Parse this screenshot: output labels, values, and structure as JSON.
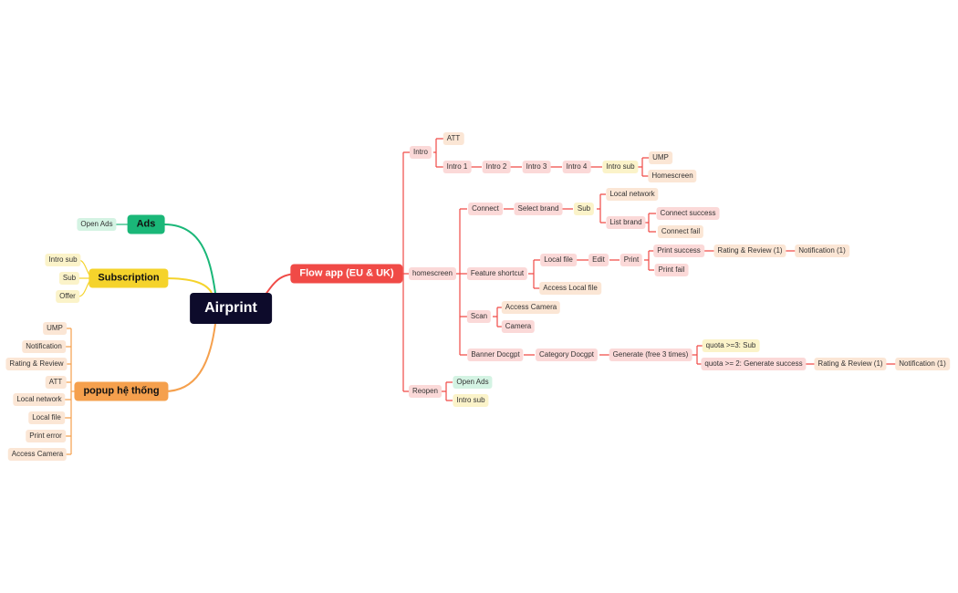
{
  "colors": {
    "root": "#0d0b2b",
    "red": "#f04a46",
    "green": "#1ab778",
    "yellow": "#f5d32b",
    "orange": "#f5a04d",
    "red_light": "#fbd9d8",
    "peach_light": "#fbe6d5",
    "yellow_light": "#fbf3c9",
    "green_light": "#d4f3e3"
  },
  "nodes": {
    "airprint": "Airprint",
    "flow_app": "Flow app (EU & UK)",
    "ads": "Ads",
    "subscription": "Subscription",
    "popup": "popup hệ thống",
    "open_ads_left": "Open Ads",
    "intro_sub_left": "Intro sub",
    "sub_left": "Sub",
    "offer": "Offer",
    "popup_ump": "UMP",
    "popup_notification": "Notification",
    "popup_rating": "Rating & Review",
    "popup_att": "ATT",
    "popup_local_network": "Local network",
    "popup_local_file": "Local file",
    "popup_print_error": "Print error",
    "popup_access_camera": "Access Camera",
    "intro": "Intro",
    "homescreen": "homescreen",
    "reopen": "Reopen",
    "att": "ATT",
    "intro1": "Intro 1",
    "intro2": "Intro 2",
    "intro3": "Intro 3",
    "intro4": "Intro 4",
    "intro_sub": "Intro sub",
    "ump": "UMP",
    "homescreen2": "Homescreen",
    "connect": "Connect",
    "select_brand": "Select brand",
    "sub": "Sub",
    "local_network": "Local network",
    "list_brand": "List brand",
    "connect_success": "Connect success",
    "connect_fail": "Connect fail",
    "feature_shortcut": "Feature shortcut",
    "local_file": "Local file",
    "edit": "Edit",
    "print": "Print",
    "print_success": "Print success",
    "rating1": "Rating & Review (1)",
    "notification1": "Notification (1)",
    "print_fail": "Print fail",
    "access_local_file": "Access Local file",
    "scan": "Scan",
    "access_camera": "Access Camera",
    "camera": "Camera",
    "banner_docgpt": "Banner Docgpt",
    "category_docgpt": "Category Docgpt",
    "generate": "Generate (free 3 times)",
    "quota3": "quota >=3: Sub",
    "quota2": "quota >= 2: Generate success",
    "rating2": "Rating & Review (1)",
    "notification2": "Notification (1)",
    "open_ads_reopen": "Open Ads",
    "intro_sub_reopen": "Intro sub"
  }
}
